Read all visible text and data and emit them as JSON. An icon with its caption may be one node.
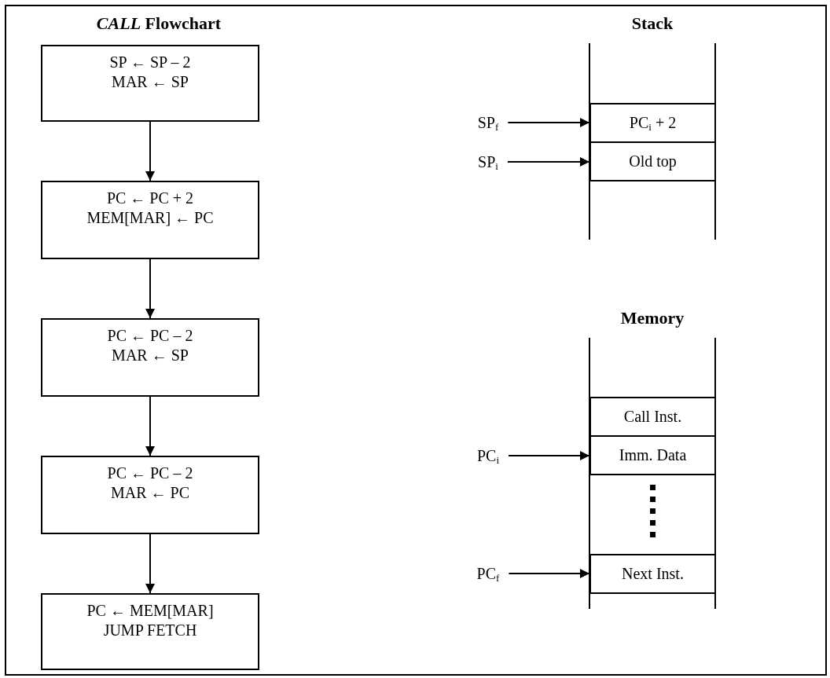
{
  "diagram": {
    "nodes": [
      {
        "text": [
          "SP ← SP – 2",
          "MAR ← SP"
        ]
      },
      {
        "text": [
          "PC ← PC + 2",
          "MEM[MAR] ← PC"
        ]
      },
      {
        "text": [
          "PC ← PC – 2",
          "MAR ← SP"
        ]
      },
      {
        "text": [
          "PC ← PC – 2",
          "MAR ← PC"
        ]
      },
      {
        "text": [
          "PC ← MEM[MAR]",
          "JUMP FETCH"
        ]
      },
      {
        "text": [
          "SP$_{f}$"
        ]
      },
      {
        "text": [
          "PC$_{i}$ + 2"
        ]
      },
      {
        "text": [
          "SP$_{i}$"
        ]
      },
      {
        "text": [
          "Old top"
        ]
      },
      {
        "text": [
          "Call Inst."
        ]
      },
      {
        "text": [
          "PC$_{i}$"
        ]
      },
      {
        "text": [
          "Imm. Data"
        ]
      },
      {
        "text": [
          "PC$_{f}$"
        ]
      },
      {
        "text": [
          "Next Inst."
        ]
      }
    ],
    "edges": [
      {
        "from": 0,
        "to": 1,
        "arrow": "to"
      },
      {
        "from": 1,
        "to": 2,
        "arrow": "to"
      },
      {
        "from": 2,
        "to": 3,
        "arrow": "to"
      },
      {
        "from": 3,
        "to": 4,
        "arrow": "to"
      },
      {
        "from": 5,
        "to": 6,
        "arrow": "to"
      },
      {
        "from": 7,
        "to": 8,
        "arrow": "to"
      },
      {
        "from": 10,
        "to": 11,
        "arrow": "to"
      },
      {
        "from": 12,
        "to": 13,
        "arrow": "to"
      }
    ],
    "labels": [
      "*CALL* Flowchart",
      "Stack",
      "Memory"
    ]
  }
}
